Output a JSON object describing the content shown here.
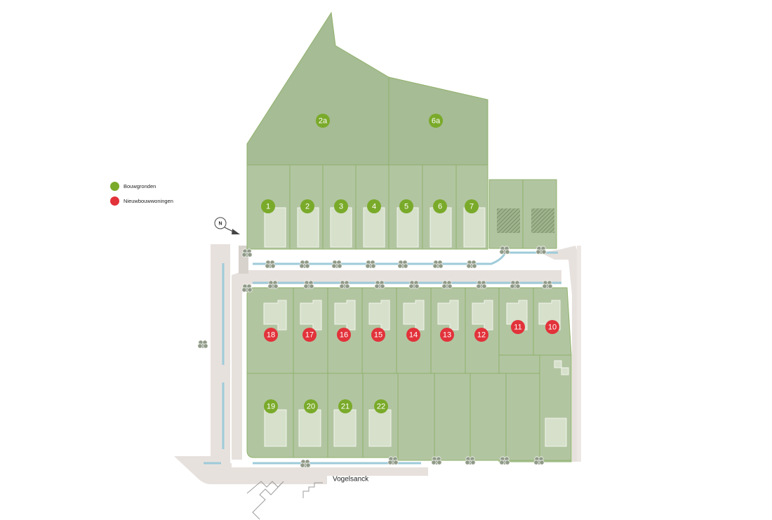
{
  "colors": {
    "bouwgronden": "#7aaa2a",
    "nieuwbouw": "#e2323a",
    "parcel": "#b2c5a1",
    "parcel_dark": "#a6bc94",
    "parcel_line": "#8fb16a",
    "road": "#e7e1dd",
    "footprint": "#d6e0cb",
    "water": "#9ecbd9"
  },
  "legend": {
    "bouwgronden_label": "Bouwgronden",
    "nieuwbouw_label": "Nieuwbouwwoningen"
  },
  "compass": {
    "label": "N"
  },
  "street": {
    "name": "Vogelsanck"
  },
  "lots": [
    {
      "id": "2a",
      "type": "bouwgronden"
    },
    {
      "id": "6a",
      "type": "bouwgronden"
    },
    {
      "id": "1",
      "type": "bouwgronden"
    },
    {
      "id": "2",
      "type": "bouwgronden"
    },
    {
      "id": "3",
      "type": "bouwgronden"
    },
    {
      "id": "4",
      "type": "bouwgronden"
    },
    {
      "id": "5",
      "type": "bouwgronden"
    },
    {
      "id": "6",
      "type": "bouwgronden"
    },
    {
      "id": "7",
      "type": "bouwgronden"
    },
    {
      "id": "18",
      "type": "nieuwbouw"
    },
    {
      "id": "17",
      "type": "nieuwbouw"
    },
    {
      "id": "16",
      "type": "nieuwbouw"
    },
    {
      "id": "15",
      "type": "nieuwbouw"
    },
    {
      "id": "14",
      "type": "nieuwbouw"
    },
    {
      "id": "13",
      "type": "nieuwbouw"
    },
    {
      "id": "12",
      "type": "nieuwbouw"
    },
    {
      "id": "11",
      "type": "nieuwbouw"
    },
    {
      "id": "10",
      "type": "nieuwbouw"
    },
    {
      "id": "19",
      "type": "bouwgronden"
    },
    {
      "id": "20",
      "type": "bouwgronden"
    },
    {
      "id": "21",
      "type": "bouwgronden"
    },
    {
      "id": "22",
      "type": "bouwgronden"
    }
  ]
}
